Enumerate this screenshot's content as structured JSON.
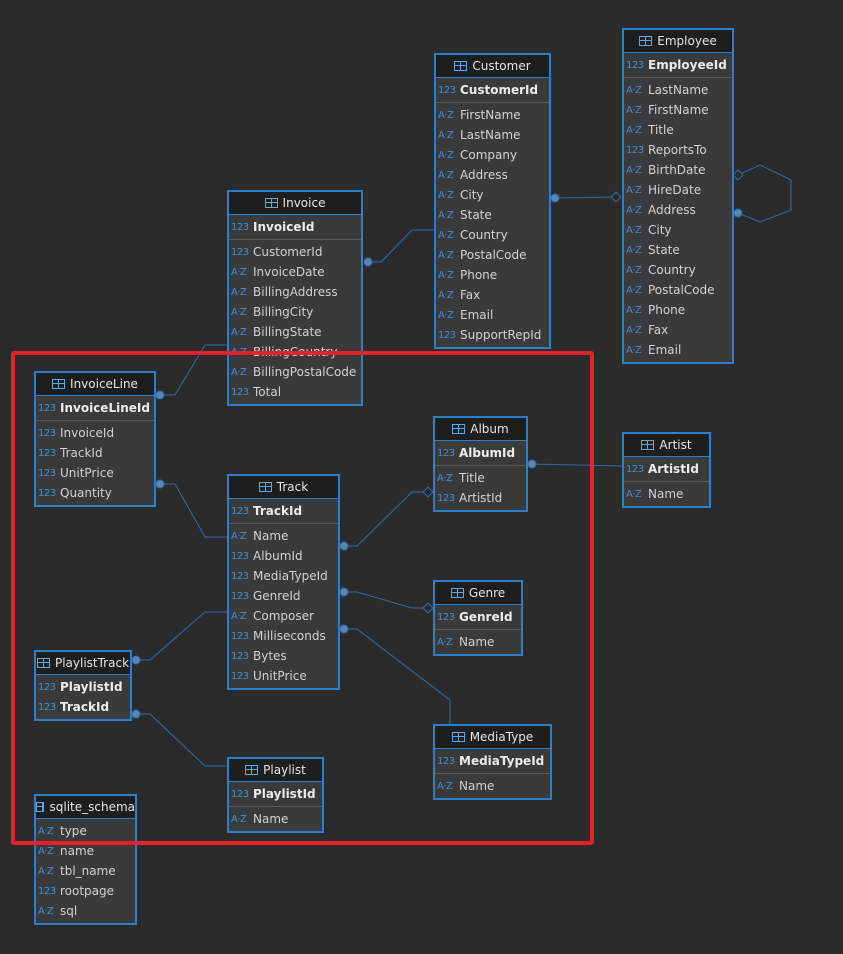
{
  "tables": [
    {
      "id": "customer",
      "title": "Customer",
      "pk": [
        {
          "name": "CustomerId",
          "type": "123"
        }
      ],
      "cols": [
        {
          "name": "FirstName",
          "type": "A-Z"
        },
        {
          "name": "LastName",
          "type": "A-Z"
        },
        {
          "name": "Company",
          "type": "A-Z"
        },
        {
          "name": "Address",
          "type": "A-Z"
        },
        {
          "name": "City",
          "type": "A-Z"
        },
        {
          "name": "State",
          "type": "A-Z"
        },
        {
          "name": "Country",
          "type": "A-Z"
        },
        {
          "name": "PostalCode",
          "type": "A-Z"
        },
        {
          "name": "Phone",
          "type": "A-Z"
        },
        {
          "name": "Fax",
          "type": "A-Z"
        },
        {
          "name": "Email",
          "type": "A-Z"
        },
        {
          "name": "SupportRepId",
          "type": "123"
        }
      ]
    },
    {
      "id": "employee",
      "title": "Employee",
      "pk": [
        {
          "name": "EmployeeId",
          "type": "123"
        }
      ],
      "cols": [
        {
          "name": "LastName",
          "type": "A-Z"
        },
        {
          "name": "FirstName",
          "type": "A-Z"
        },
        {
          "name": "Title",
          "type": "A-Z"
        },
        {
          "name": "ReportsTo",
          "type": "123"
        },
        {
          "name": "BirthDate",
          "type": "A-Z"
        },
        {
          "name": "HireDate",
          "type": "A-Z"
        },
        {
          "name": "Address",
          "type": "A-Z"
        },
        {
          "name": "City",
          "type": "A-Z"
        },
        {
          "name": "State",
          "type": "A-Z"
        },
        {
          "name": "Country",
          "type": "A-Z"
        },
        {
          "name": "PostalCode",
          "type": "A-Z"
        },
        {
          "name": "Phone",
          "type": "A-Z"
        },
        {
          "name": "Fax",
          "type": "A-Z"
        },
        {
          "name": "Email",
          "type": "A-Z"
        }
      ]
    },
    {
      "id": "invoice",
      "title": "Invoice",
      "pk": [
        {
          "name": "InvoiceId",
          "type": "123"
        }
      ],
      "cols": [
        {
          "name": "CustomerId",
          "type": "123"
        },
        {
          "name": "InvoiceDate",
          "type": "A-Z"
        },
        {
          "name": "BillingAddress",
          "type": "A-Z"
        },
        {
          "name": "BillingCity",
          "type": "A-Z"
        },
        {
          "name": "BillingState",
          "type": "A-Z"
        },
        {
          "name": "BillingCountry",
          "type": "A-Z"
        },
        {
          "name": "BillingPostalCode",
          "type": "A-Z"
        },
        {
          "name": "Total",
          "type": "123"
        }
      ]
    },
    {
      "id": "invoiceline",
      "title": "InvoiceLine",
      "pk": [
        {
          "name": "InvoiceLineId",
          "type": "123"
        }
      ],
      "cols": [
        {
          "name": "InvoiceId",
          "type": "123"
        },
        {
          "name": "TrackId",
          "type": "123"
        },
        {
          "name": "UnitPrice",
          "type": "123"
        },
        {
          "name": "Quantity",
          "type": "123"
        }
      ]
    },
    {
      "id": "track",
      "title": "Track",
      "pk": [
        {
          "name": "TrackId",
          "type": "123"
        }
      ],
      "cols": [
        {
          "name": "Name",
          "type": "A-Z"
        },
        {
          "name": "AlbumId",
          "type": "123"
        },
        {
          "name": "MediaTypeId",
          "type": "123"
        },
        {
          "name": "GenreId",
          "type": "123"
        },
        {
          "name": "Composer",
          "type": "A-Z"
        },
        {
          "name": "Milliseconds",
          "type": "123"
        },
        {
          "name": "Bytes",
          "type": "123"
        },
        {
          "name": "UnitPrice",
          "type": "123"
        }
      ]
    },
    {
      "id": "album",
      "title": "Album",
      "pk": [
        {
          "name": "AlbumId",
          "type": "123"
        }
      ],
      "cols": [
        {
          "name": "Title",
          "type": "A-Z"
        },
        {
          "name": "ArtistId",
          "type": "123"
        }
      ]
    },
    {
      "id": "artist",
      "title": "Artist",
      "pk": [
        {
          "name": "ArtistId",
          "type": "123"
        }
      ],
      "cols": [
        {
          "name": "Name",
          "type": "A-Z"
        }
      ]
    },
    {
      "id": "genre",
      "title": "Genre",
      "pk": [
        {
          "name": "GenreId",
          "type": "123"
        }
      ],
      "cols": [
        {
          "name": "Name",
          "type": "A-Z"
        }
      ]
    },
    {
      "id": "playlisttrack",
      "title": "PlaylistTrack",
      "pk": [
        {
          "name": "PlaylistId",
          "type": "123"
        },
        {
          "name": "TrackId",
          "type": "123"
        }
      ],
      "cols": []
    },
    {
      "id": "mediatype",
      "title": "MediaType",
      "pk": [
        {
          "name": "MediaTypeId",
          "type": "123"
        }
      ],
      "cols": [
        {
          "name": "Name",
          "type": "A-Z"
        }
      ]
    },
    {
      "id": "playlist",
      "title": "Playlist",
      "pk": [
        {
          "name": "PlaylistId",
          "type": "123"
        }
      ],
      "cols": [
        {
          "name": "Name",
          "type": "A-Z"
        }
      ]
    },
    {
      "id": "sqlite_schema",
      "title": "sqlite_schema",
      "pk": [],
      "cols": [
        {
          "name": "type",
          "type": "A-Z"
        },
        {
          "name": "name",
          "type": "A-Z"
        },
        {
          "name": "tbl_name",
          "type": "A-Z"
        },
        {
          "name": "rootpage",
          "type": "123"
        },
        {
          "name": "sql",
          "type": "A-Z"
        }
      ]
    }
  ],
  "colors": {
    "background": "#2b2b2b",
    "entity_border": "#2a7fd0",
    "entity_body": "#3a3a3a",
    "header": "#1e1e1e",
    "connector": "#2a6db0",
    "highlight": "#e8202a"
  }
}
